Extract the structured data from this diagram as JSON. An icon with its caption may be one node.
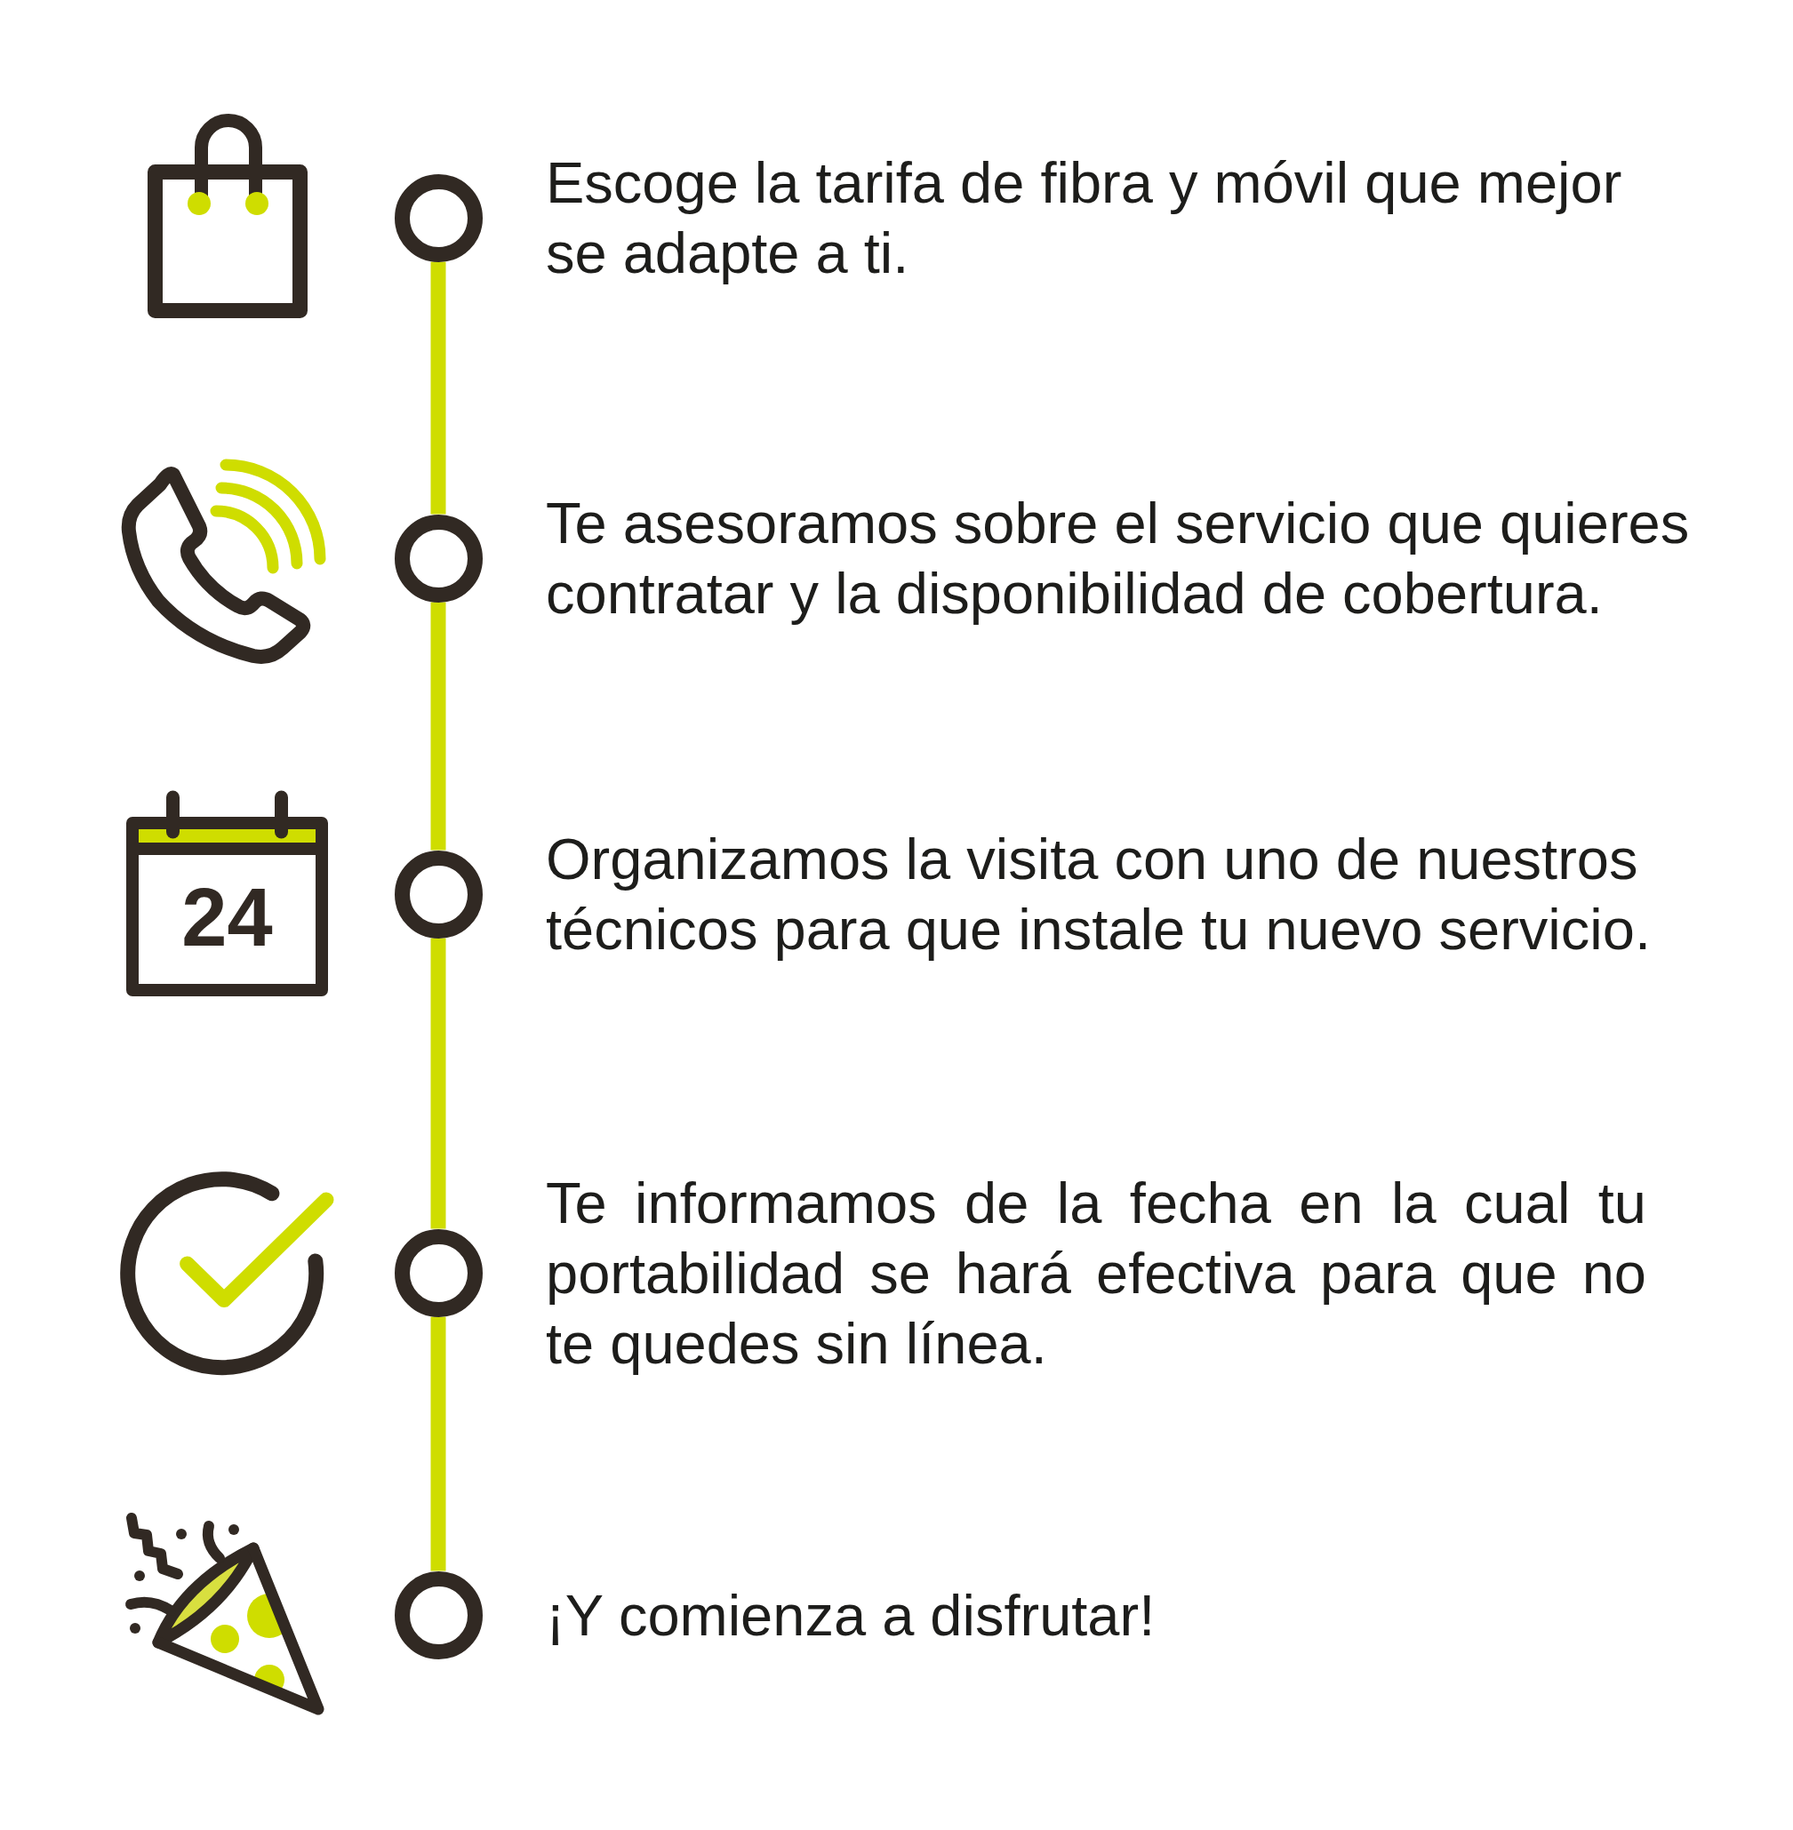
{
  "diagram": {
    "nodes": [
      {
        "text": [],
        "shape": "circle",
        "beside": [
          "Escoge la tarifa de fibra y móvil que mejor se adapte a ti."
        ]
      },
      {
        "text": [],
        "shape": "circle",
        "beside": [
          "Te asesoramos sobre el servicio que quieres contratar y la disponibilidad de cobertura."
        ]
      },
      {
        "text": [],
        "shape": "circle",
        "beside": [
          "Organizamos la visita con uno de nuestros técnicos para que instale tu nuevo servicio."
        ]
      },
      {
        "text": [],
        "shape": "circle",
        "beside": [
          "Te informamos de la fecha en la cual tu portabilidad se hará efectiva para que no te quedes sin línea."
        ]
      },
      {
        "text": [],
        "shape": "circle",
        "beside": [
          "¡Y comienza a disfrutar!"
        ]
      }
    ],
    "edges": [
      {
        "from": 0,
        "to": 1,
        "arrow": "none"
      },
      {
        "from": 1,
        "to": 2,
        "arrow": "none"
      },
      {
        "from": 2,
        "to": 3,
        "arrow": "none"
      },
      {
        "from": 3,
        "to": 4,
        "arrow": "none"
      }
    ],
    "labels": [
      "24"
    ]
  }
}
